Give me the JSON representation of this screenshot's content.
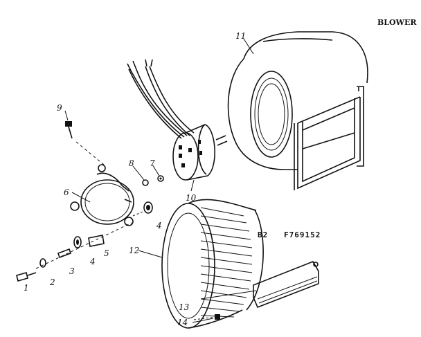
{
  "header": {
    "title": "BLOWER"
  },
  "diagram": {
    "section_code": "B2",
    "part_number": "F769152",
    "callouts": [
      "1",
      "2",
      "3",
      "4",
      "4",
      "5",
      "6",
      "7",
      "8",
      "9",
      "10",
      "11",
      "12",
      "13",
      "14"
    ]
  }
}
